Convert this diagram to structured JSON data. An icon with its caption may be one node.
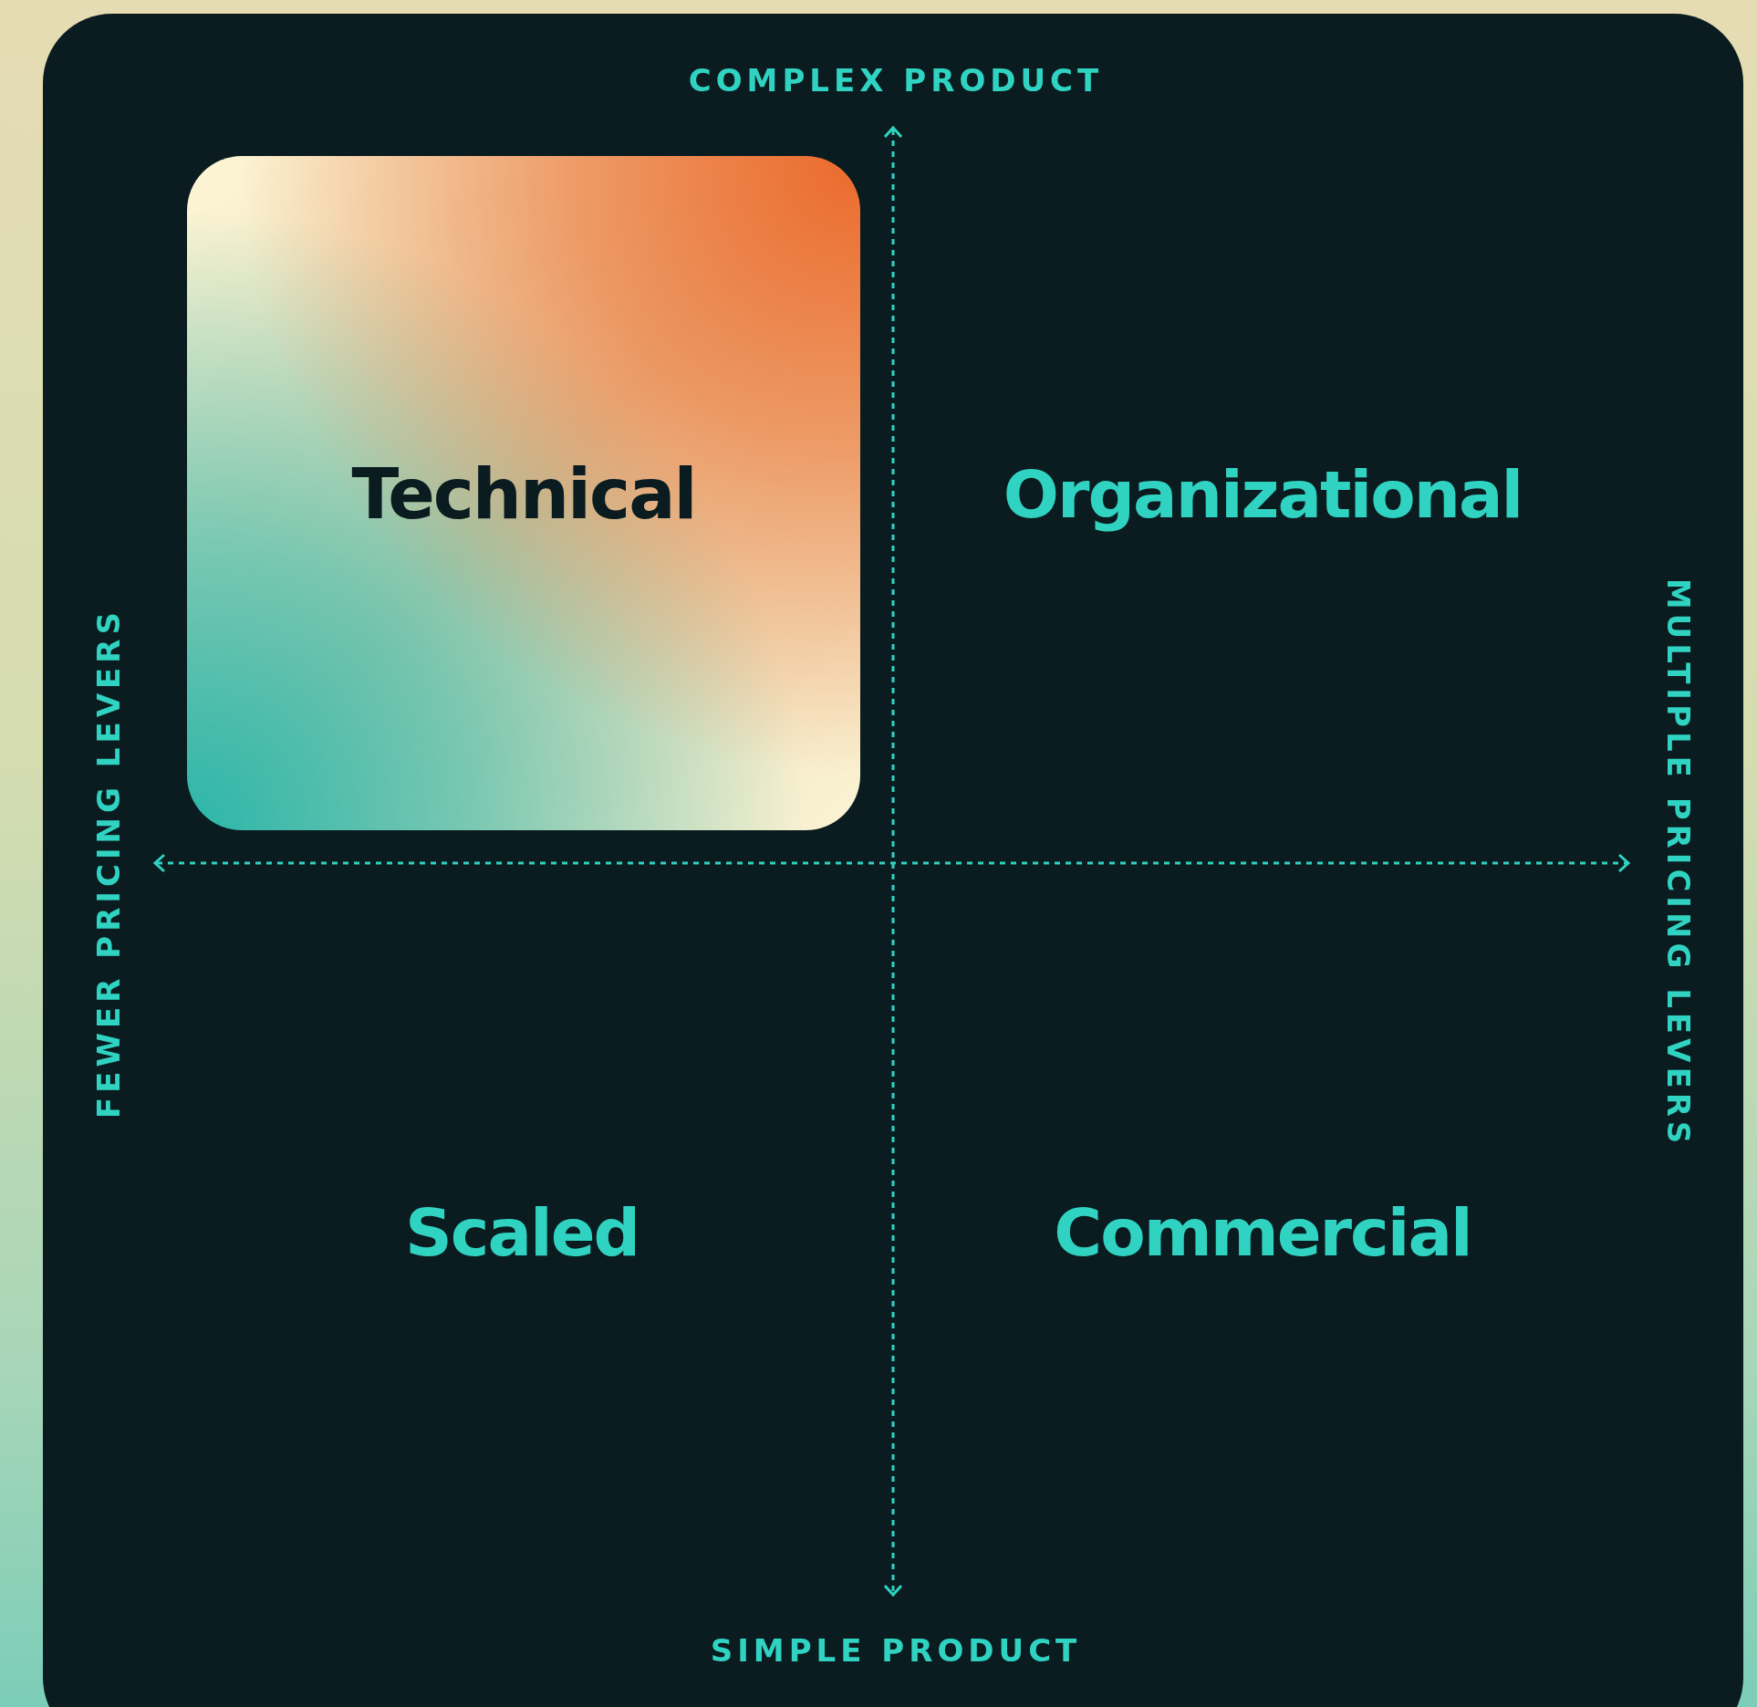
{
  "diagram": {
    "nodes": [
      {
        "text": [
          "Technical"
        ]
      }
    ],
    "labels": [
      "COMPLEX PRODUCT",
      "Organizational",
      "FEWER PRICING LEVERS",
      "MULTIPLE PRICING LEVERS",
      "Scaled",
      "Commercial",
      "SIMPLE PRODUCT"
    ]
  }
}
